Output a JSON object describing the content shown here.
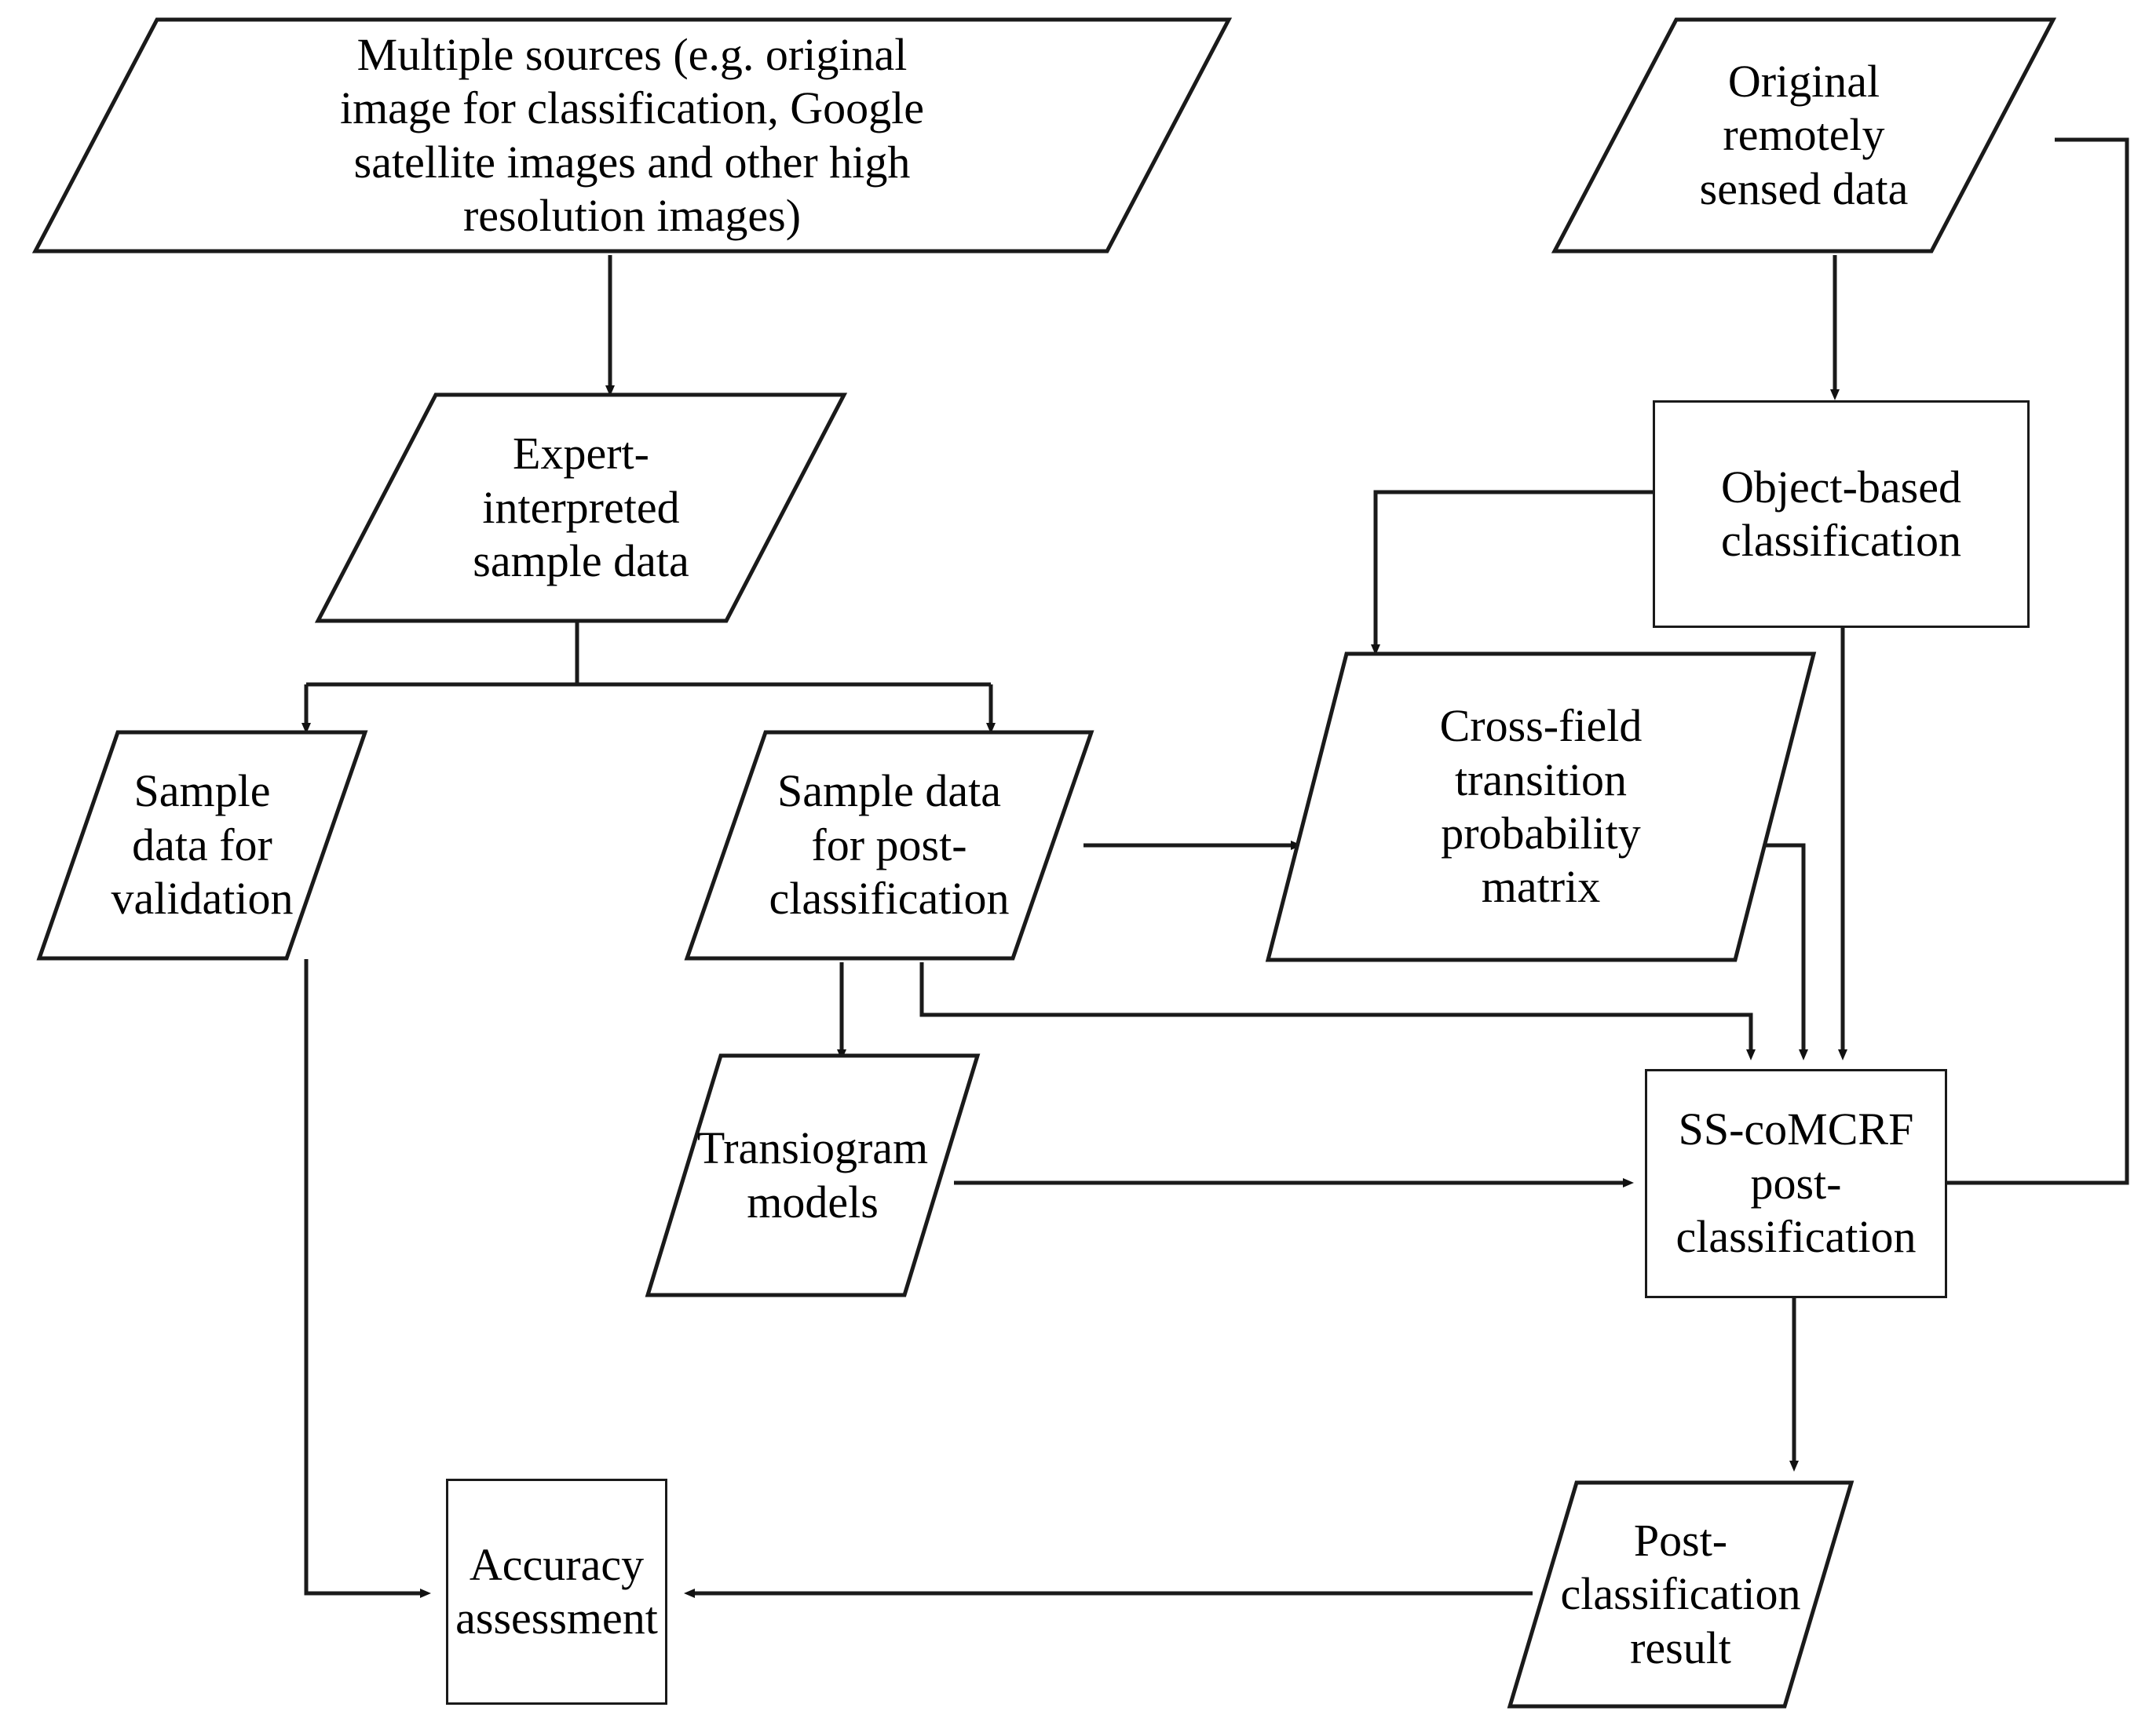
{
  "diagram": {
    "title": "SS-coMCRF post-classification workflow",
    "line_color": "#1a1a1a",
    "text_color": "#000000",
    "background": "#ffffff",
    "nodes": [
      {
        "id": "multiple-sources",
        "shape": "parallelogram",
        "label": "Multiple sources (e.g. original\nimage for classification, Google\nsatellite images and other high\nresolution images)"
      },
      {
        "id": "original-remotely-sensed-data",
        "shape": "parallelogram",
        "label": "Original\nremotely\nsensed data"
      },
      {
        "id": "expert-interpreted-sample-data",
        "shape": "parallelogram",
        "label": "Expert-\ninterpreted\nsample data"
      },
      {
        "id": "object-based-classification",
        "shape": "rectangle",
        "label": "Object-based\nclassification"
      },
      {
        "id": "sample-data-for-validation",
        "shape": "parallelogram",
        "label": "Sample\ndata for\nvalidation"
      },
      {
        "id": "sample-data-for-post-classification",
        "shape": "parallelogram",
        "label": "Sample data\nfor post-\nclassification"
      },
      {
        "id": "cross-field-transition-probability-matrix",
        "shape": "parallelogram",
        "label": "Cross-field\ntransition\nprobability\nmatrix"
      },
      {
        "id": "transiogram-models",
        "shape": "parallelogram",
        "label": "Transiogram\nmodels"
      },
      {
        "id": "ss-comcrf-post-classification",
        "shape": "rectangle",
        "label": "SS-coMCRF\npost-\nclassification"
      },
      {
        "id": "accuracy-assessment",
        "shape": "rectangle",
        "label": "Accuracy\nassessment"
      },
      {
        "id": "post-classification-result",
        "shape": "parallelogram",
        "label": "Post-\nclassification\nresult"
      }
    ],
    "edges": [
      {
        "from": "multiple-sources",
        "to": "expert-interpreted-sample-data"
      },
      {
        "from": "expert-interpreted-sample-data",
        "to": "sample-data-for-validation"
      },
      {
        "from": "expert-interpreted-sample-data",
        "to": "sample-data-for-post-classification"
      },
      {
        "from": "original-remotely-sensed-data",
        "to": "object-based-classification"
      },
      {
        "from": "original-remotely-sensed-data",
        "to": "ss-comcrf-post-classification"
      },
      {
        "from": "object-based-classification",
        "to": "cross-field-transition-probability-matrix"
      },
      {
        "from": "object-based-classification",
        "to": "ss-comcrf-post-classification"
      },
      {
        "from": "sample-data-for-post-classification",
        "to": "cross-field-transition-probability-matrix"
      },
      {
        "from": "sample-data-for-post-classification",
        "to": "transiogram-models"
      },
      {
        "from": "sample-data-for-post-classification",
        "to": "ss-comcrf-post-classification"
      },
      {
        "from": "cross-field-transition-probability-matrix",
        "to": "ss-comcrf-post-classification"
      },
      {
        "from": "transiogram-models",
        "to": "ss-comcrf-post-classification"
      },
      {
        "from": "ss-comcrf-post-classification",
        "to": "post-classification-result"
      },
      {
        "from": "post-classification-result",
        "to": "accuracy-assessment"
      },
      {
        "from": "sample-data-for-validation",
        "to": "accuracy-assessment"
      }
    ]
  }
}
